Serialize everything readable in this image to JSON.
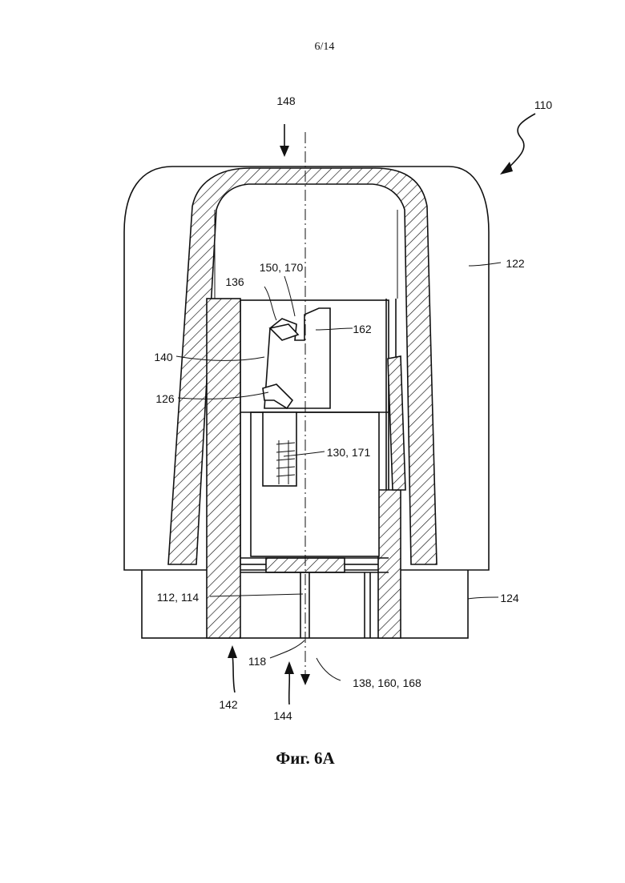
{
  "page_number": "6/14",
  "figure_caption": "Фиг. 6A",
  "labels": {
    "l148": "148",
    "l110": "110",
    "l122": "122",
    "l136": "136",
    "l150_170": "150, 170",
    "l162": "162",
    "l140": "140",
    "l126": "126",
    "l130_171": "130, 171",
    "l112_114": "112, 114",
    "l124": "124",
    "l118": "118",
    "l138_160_168": "138, 160, 168",
    "l142": "142",
    "l144": "144"
  }
}
